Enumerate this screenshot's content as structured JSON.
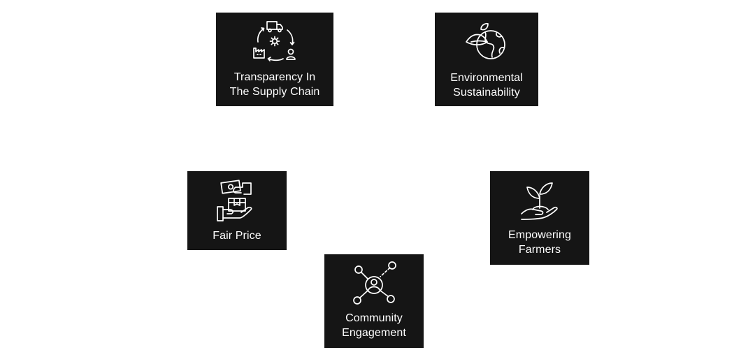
{
  "cards": [
    {
      "icon": "supply-chain-cycle-icon",
      "label": "Transparency In\nThe Supply Chain"
    },
    {
      "icon": "globe-leaf-icon",
      "label": "Environmental\nSustainability"
    },
    {
      "icon": "hand-money-box-icon",
      "label": "Fair Price"
    },
    {
      "icon": "hand-sprout-icon",
      "label": "Empowering\nFarmers"
    },
    {
      "icon": "community-network-icon",
      "label": "Community\nEngagement"
    }
  ],
  "colors": {
    "card_background": "#151515",
    "icon_and_text": "#ffffff",
    "page_background": "#ffffff"
  }
}
